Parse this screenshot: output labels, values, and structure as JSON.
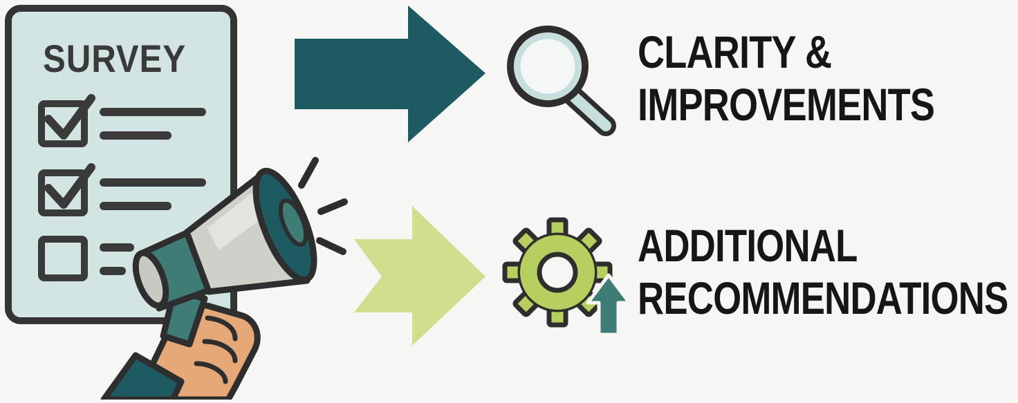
{
  "survey": {
    "title": "SURVEY"
  },
  "outcomes": {
    "top": {
      "line1": "CLARITY &",
      "line2": "IMPROVEMENTS",
      "icon": "magnifying-glass-icon"
    },
    "bottom": {
      "line1": "ADDITIONAL",
      "line2": "RECOMMENDATIONS",
      "icon": "gear-with-up-arrow-icon"
    }
  },
  "colors": {
    "background": "#f6f6f4",
    "outline": "#353535",
    "survey_sheet": "#d3e5e2",
    "teal_dark": "#1d5a62",
    "lime": "#cfdf8e",
    "gear": "#b7cf5e",
    "skin": "#e6a877",
    "teal_mid": "#3f7c76"
  }
}
